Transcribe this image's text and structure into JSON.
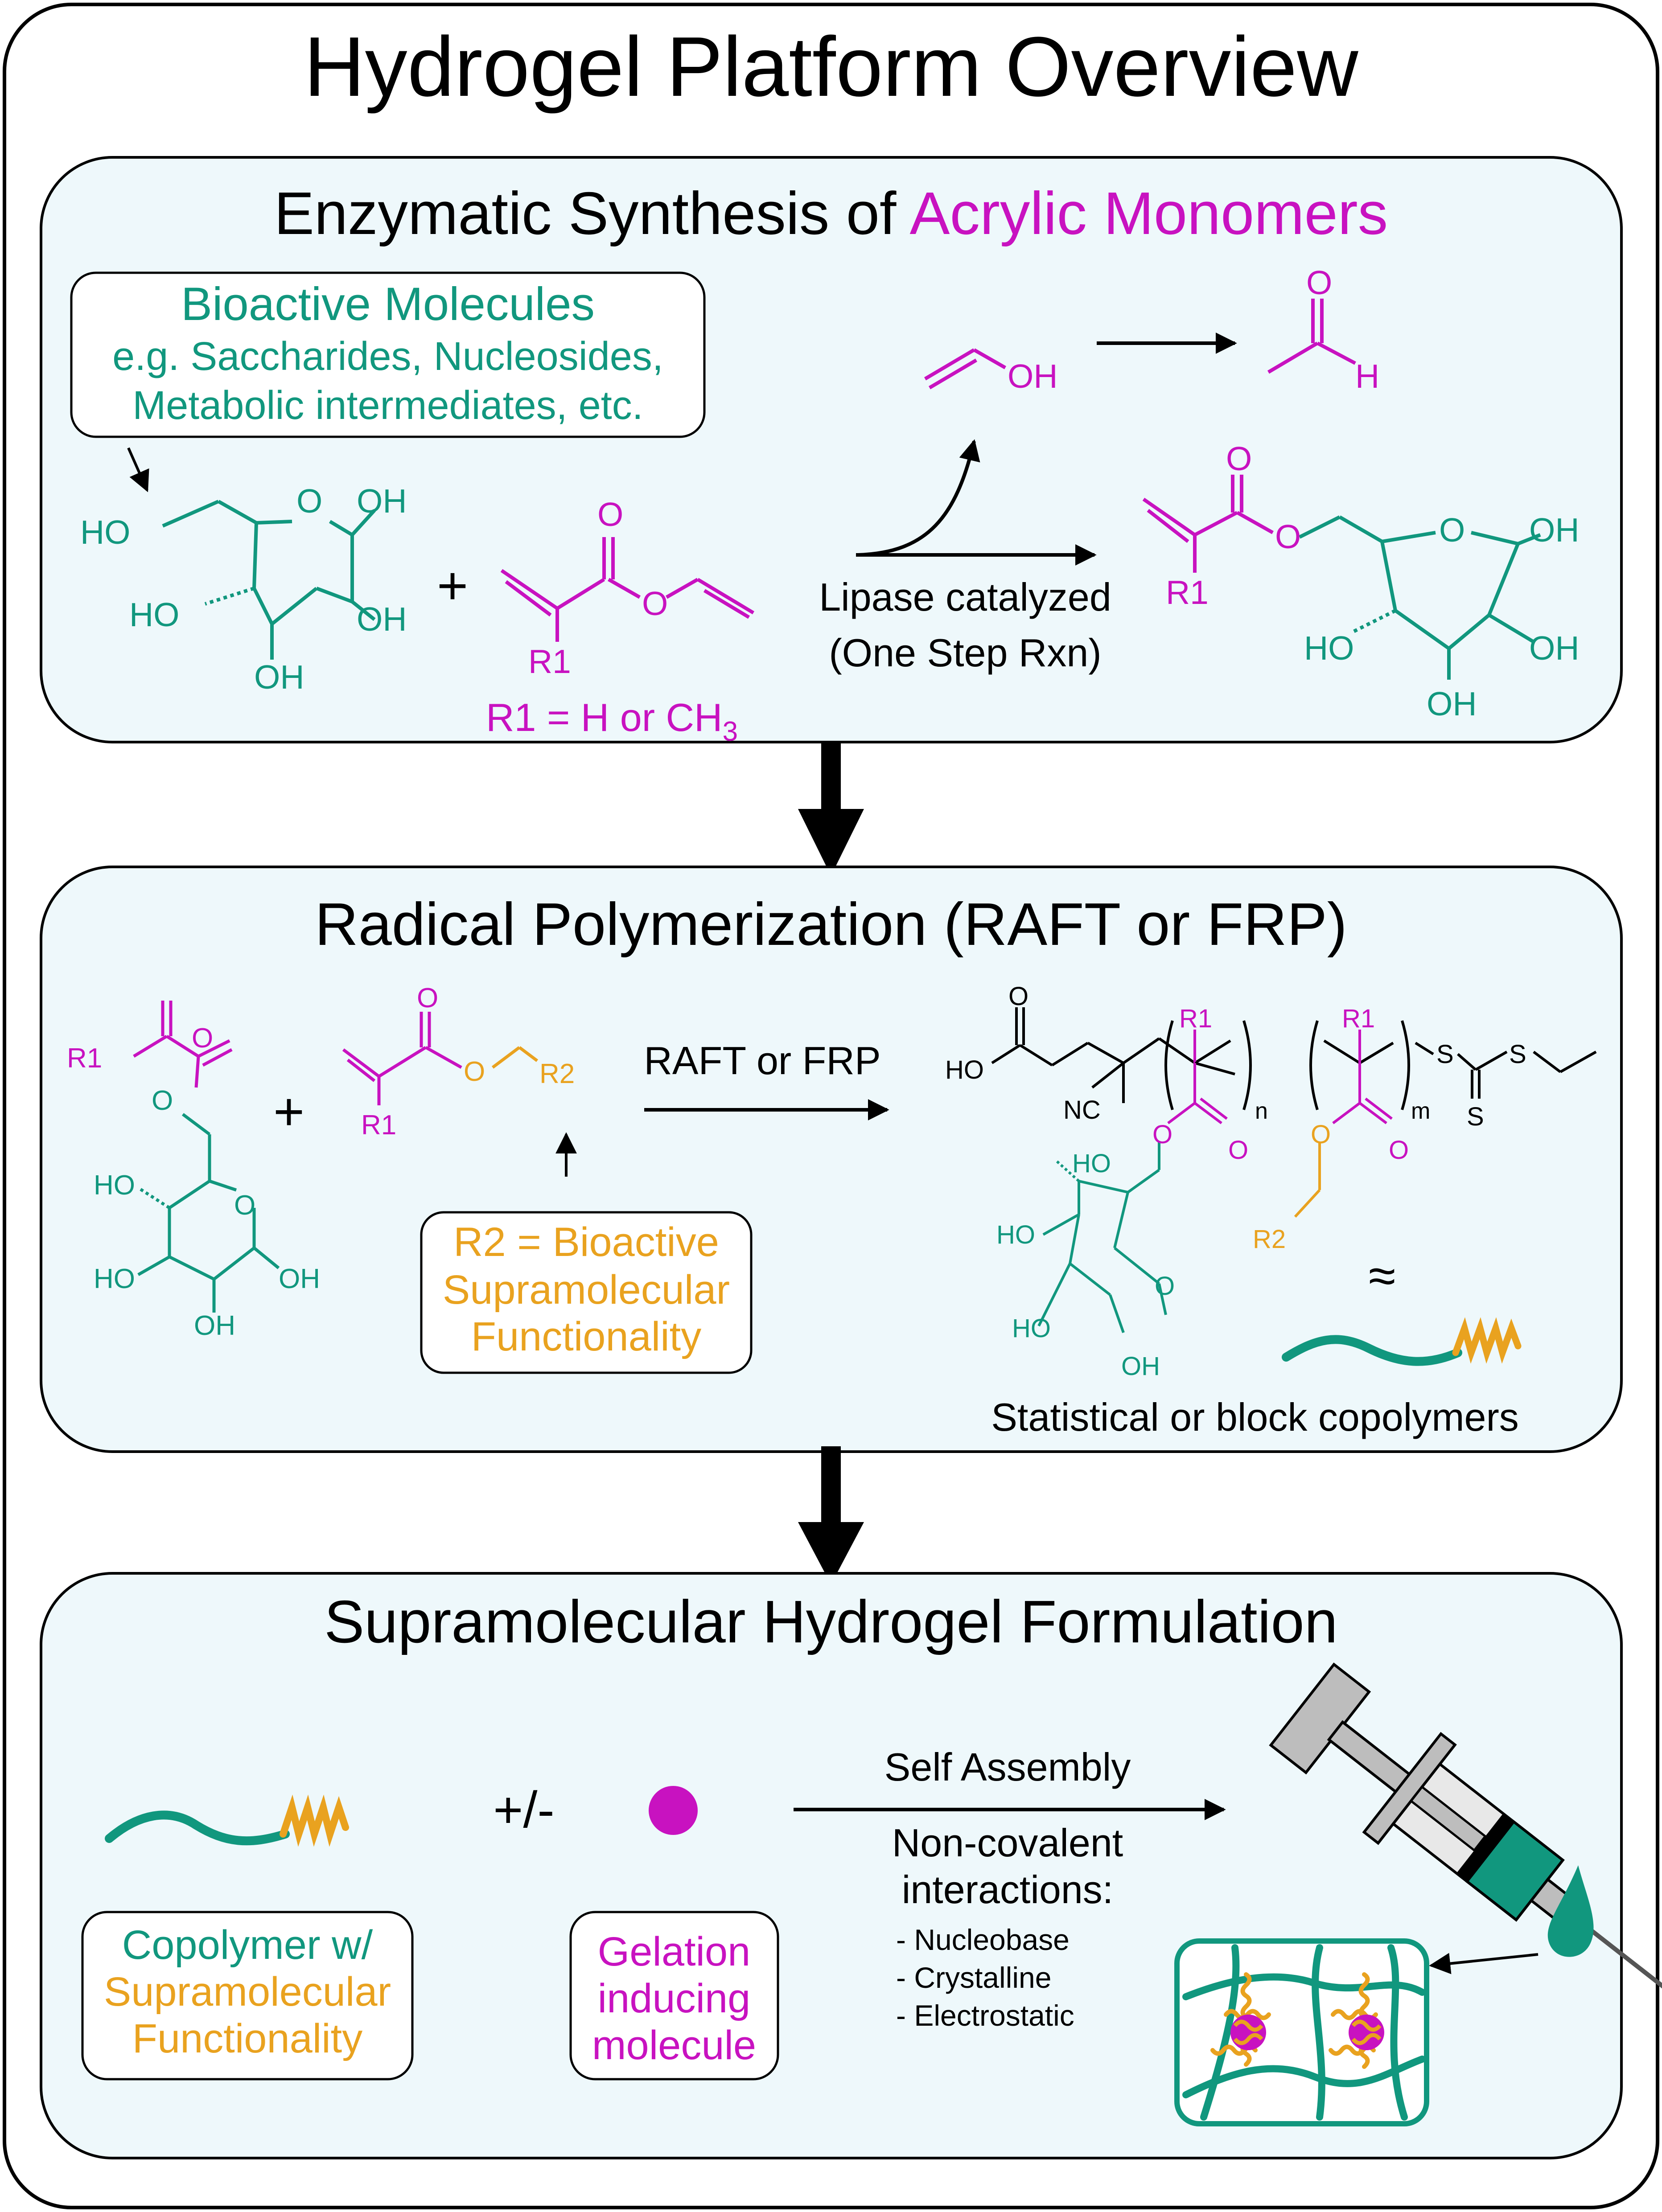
{
  "title": "Hydrogel Platform Overview",
  "colors": {
    "teal": "#11977e",
    "magenta": "#c812c0",
    "orange": "#e9a21f",
    "panel_bg": "#eef8fb",
    "black": "#000000"
  },
  "panel1": {
    "title_prefix": "Enzymatic Synthesis of ",
    "title_highlight": "Acrylic Monomers",
    "callout": {
      "line1": "Bioactive Molecules",
      "line2": "e.g. Saccharides, Nucleosides,",
      "line3": "Metabolic intermediates, etc."
    },
    "sugar_labels": {
      "ho_left": "HO",
      "oh_top": "OH",
      "ho_mid": "HO",
      "oh_right": "OH",
      "oh_bottom": "OH",
      "ring_o": "O"
    },
    "plus": "+",
    "vinyl_ester": {
      "o_top": "O",
      "o_ester": "O",
      "r1": "R1"
    },
    "r1_def_main": "R1 = H or CH",
    "r1_def_sub": "3",
    "vinyl_alcohol_oh": "OH",
    "acetaldehyde": {
      "o": "O",
      "h": "H"
    },
    "lipase_line1": "Lipase catalyzed",
    "lipase_line2": "(One Step Rxn)",
    "product": {
      "o_top": "O",
      "o_ester": "O",
      "r1": "R1",
      "ring_o": "O",
      "oh1": "OH",
      "oh2": "OH",
      "ho": "HO",
      "oh3": "OH"
    }
  },
  "panel2": {
    "title": "Radical Polymerization (RAFT or FRP)",
    "monomer1": {
      "r1": "R1",
      "o_top": "O",
      "o_ester": "O",
      "ring_o": "O",
      "ho1": "HO",
      "ho2": "HO",
      "oh1": "OH",
      "oh2": "OH"
    },
    "plus": "+",
    "monomer2": {
      "o_top": "O",
      "o_ester": "O",
      "r2": "R2"
    },
    "r2_box": {
      "line1": "R2 = Bioactive",
      "line2": "Supramolecular",
      "line3": "Functionality"
    },
    "arrow_label": "RAFT or FRP",
    "polymer": {
      "o_acid": "O",
      "ho": "HO",
      "nc": "NC",
      "r1a": "R1",
      "r1b": "R1",
      "n": "n",
      "m": "m",
      "s1": "S",
      "s2": "S",
      "s3": "S",
      "o1": "O",
      "o2": "O",
      "o3": "O",
      "o4": "O",
      "r2": "R2",
      "ho_a": "HO",
      "ho_b": "HO",
      "ho_c": "HO",
      "oh_d": "OH",
      "ring_o": "O"
    },
    "approx": "≈",
    "caption": "Statistical or block copolymers"
  },
  "panel3": {
    "title": "Supramolecular Hydrogel Formulation",
    "plus_minus": "+/-",
    "arrow_label": "Self Assembly",
    "nc_line1": "Non-covalent",
    "nc_line2": "interactions:",
    "interactions": [
      "-  Nucleobase",
      "-  Crystalline",
      "-  Electrostatic"
    ],
    "copolymer_box": {
      "line1": "Copolymer w/",
      "line2": "Supramolecular",
      "line3": "Functionality"
    },
    "gelation_box": {
      "line1": "Gelation",
      "line2": "inducing",
      "line3": "molecule"
    }
  }
}
